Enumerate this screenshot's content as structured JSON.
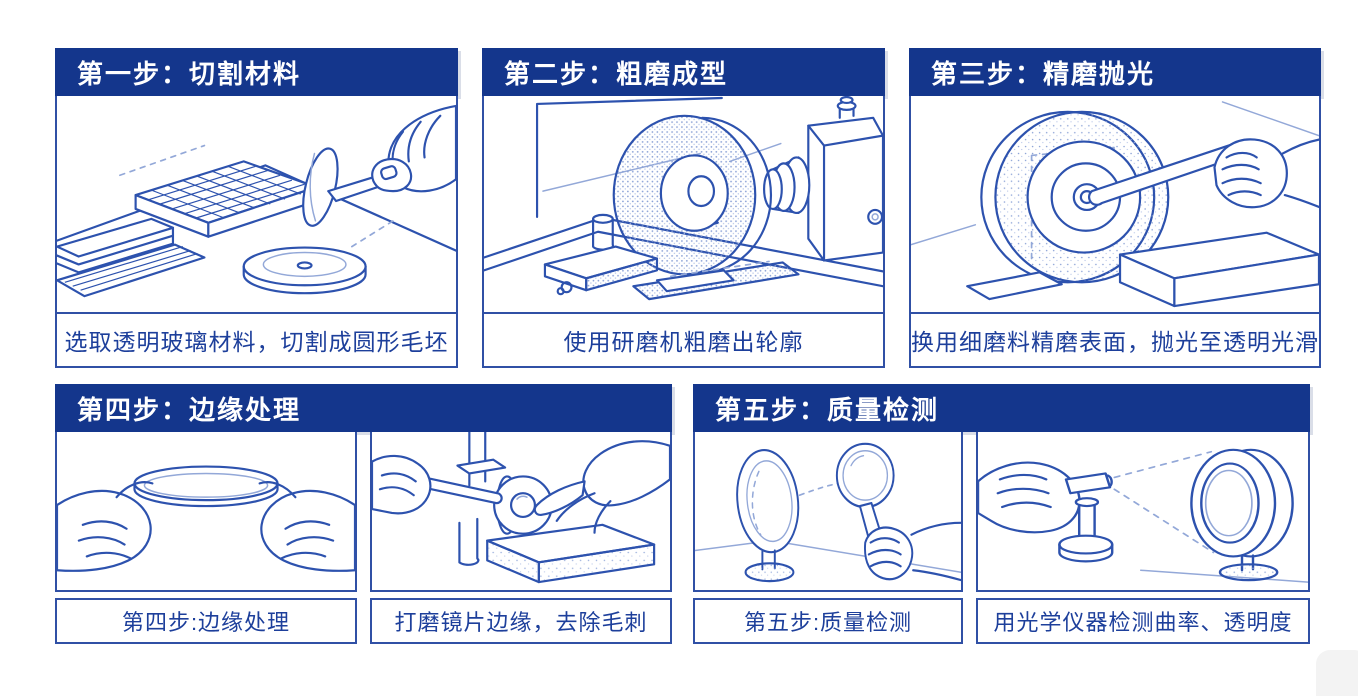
{
  "colors": {
    "background": "#ffffff",
    "header-bg": "#14368c",
    "header-text": "#ffffff",
    "panel-border": "#3050a5",
    "line": "#2d52ae",
    "line-light": "#93a8d8",
    "caption-text": "#1d3f9b"
  },
  "steps": [
    {
      "title": "第一步：切割材料",
      "caption": "选取透明玻璃材料，切割成圆形毛坯",
      "illustration": "hand-cutting-glass-grid-sheet-and-round-blank"
    },
    {
      "title": "第二步：粗磨成型",
      "caption": "使用研磨机粗磨出轮廓",
      "illustration": "grinding-machine-with-abrasive-wheel"
    },
    {
      "title": "第三步：精磨抛光",
      "caption": "换用细磨料精磨表面，抛光至透明光滑",
      "illustration": "hand-polishing-lens-on-fine-wheel"
    },
    {
      "title": "第四步：边缘处理",
      "panels": [
        {
          "caption": "第四步:边缘处理",
          "illustration": "two-hands-holding-lens-blank"
        },
        {
          "caption": "打磨镜片边缘，去除毛刺",
          "illustration": "hands-grinding-lens-edge-on-block"
        }
      ]
    },
    {
      "title": "第五步：质量检测",
      "panels": [
        {
          "caption": "第五步:质量检测",
          "illustration": "inspecting-lens-with-magnifier"
        },
        {
          "caption": "用光学仪器检测曲率、透明度",
          "illustration": "optical-instrument-projecting-onto-lens"
        }
      ]
    }
  ]
}
